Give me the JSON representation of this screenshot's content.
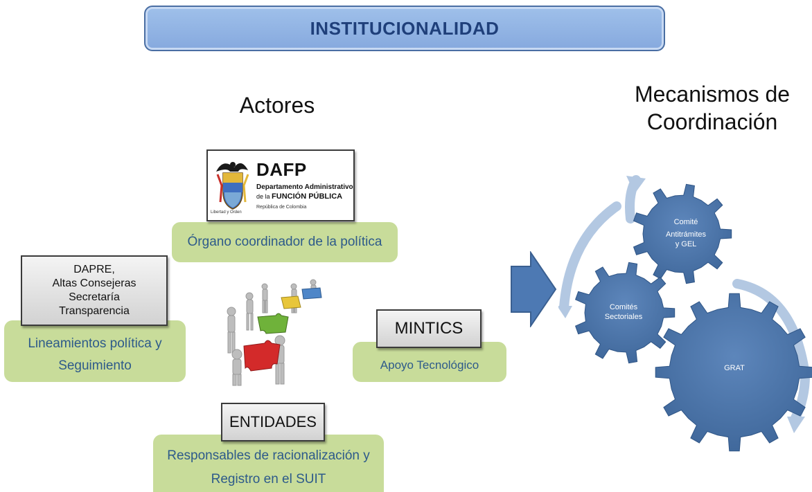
{
  "banner": {
    "title": "INSTITUCIONALIDAD"
  },
  "headings": {
    "actores": "Actores",
    "mecanismos_line1": "Mecanismos de",
    "mecanismos_line2": "Coordinación"
  },
  "dafp": {
    "acronym": "DAFP",
    "name_line1": "Departamento Administrativo",
    "name_line2_prefix": "de la ",
    "name_line2_main": "FUNCIÓN PÚBLICA",
    "country": "República de Colombia",
    "motto": "Libertad y Orden",
    "role": "Órgano coordinador de la política"
  },
  "dapre": {
    "lines": [
      "DAPRE,",
      "Altas Consejeras",
      "Secretaría",
      "Transparencia"
    ],
    "role_line1": "Lineamientos política y",
    "role_line2": "Seguimiento"
  },
  "mintics": {
    "label": "MINTICS",
    "role": "Apoyo Tecnológico"
  },
  "entidades": {
    "label": "ENTIDADES",
    "role_line1": "Responsables de racionalización y",
    "role_line2": "Registro en el SUIT"
  },
  "gears": {
    "top": [
      "Comité",
      "Antitrámites",
      "y GEL"
    ],
    "middle": [
      "Comités",
      "Sectoriales"
    ],
    "large": "GRAT"
  },
  "colors": {
    "gear": "#4a73a8",
    "arrow": "#4d79b3",
    "green_box": "#c8dc9a",
    "banner": "#8fb1e2",
    "cycle_arrow": "#b3c8e2"
  }
}
